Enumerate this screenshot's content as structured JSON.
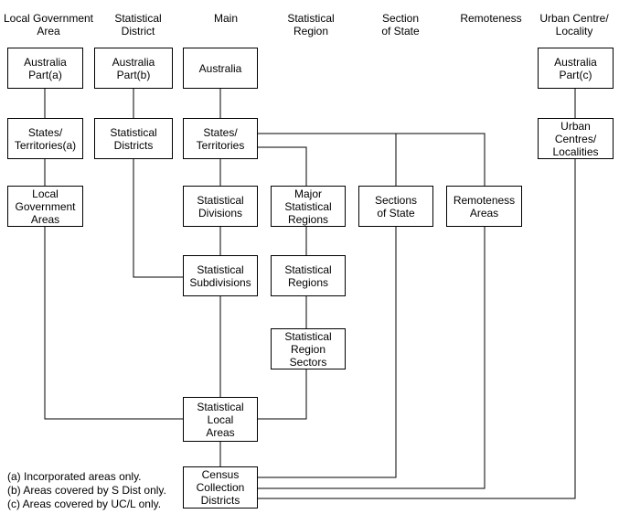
{
  "headers": {
    "lga": "Local Government\nArea",
    "sd": "Statistical\nDistrict",
    "main": "Main",
    "sr": "Statistical\nRegion",
    "sos": "Section\nof State",
    "ra": "Remoteness",
    "ucl": "Urban Centre/\nLocality"
  },
  "boxes": {
    "aus_a": "Australia\nPart(a)",
    "aus_b": "Australia\nPart(b)",
    "aus": "Australia",
    "aus_c": "Australia\nPart(c)",
    "st_a": "States/\nTerritories(a)",
    "sdists": "Statistical\nDistricts",
    "st": "States/\nTerritories",
    "ucls": "Urban Centres/\nLocalities",
    "lgas": "Local\nGovernment\nAreas",
    "sdivs": "Statistical\nDivisions",
    "msr": "Major\nStatistical\nRegions",
    "soss": "Sections\nof State",
    "ras": "Remoteness\nAreas",
    "ssd": "Statistical\nSubdivisions",
    "sregs": "Statistical\nRegions",
    "srs": "Statistical\nRegion\nSectors",
    "sla": "Statistical\nLocal\nAreas",
    "ccd": "Census\nCollection\nDistricts"
  },
  "notes": {
    "a": "(a) Incorporated areas only.",
    "b": "(b) Areas covered by S Dist only.",
    "c": "(c) Areas covered by UC/L only."
  }
}
